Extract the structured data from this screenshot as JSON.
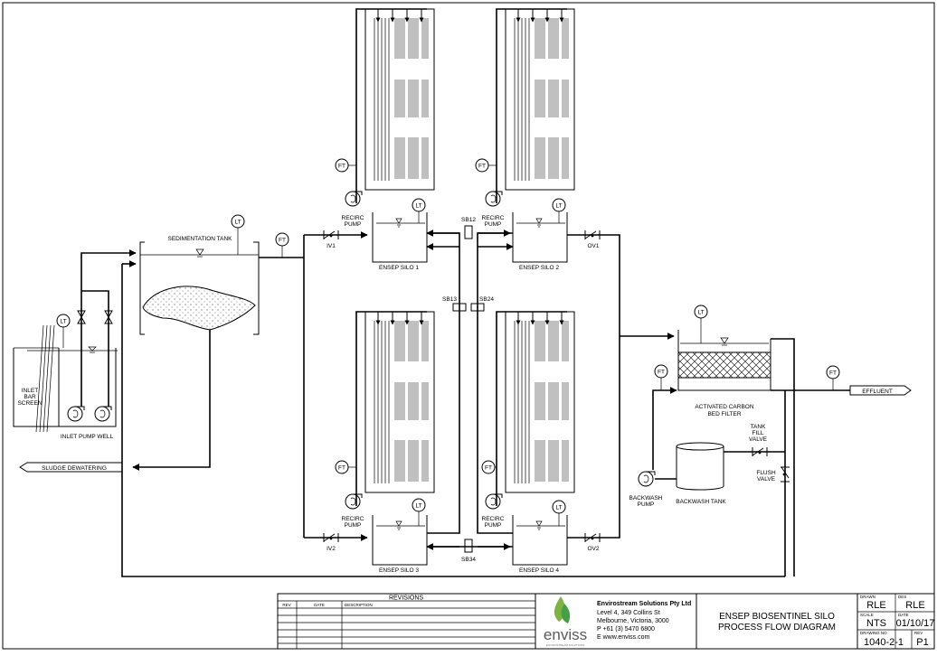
{
  "labels": {
    "sedimentation_tank": "SEDIMENTATION TANK",
    "inlet_bar_screen": [
      "INLET",
      "BAR",
      "SCREEN"
    ],
    "inlet_pump_well": "INLET PUMP WELL",
    "sludge_dewatering": "SLUDGE DEWATERING",
    "recirc_pump": [
      "RECIRC",
      "PUMP"
    ],
    "silo1": "ENSEP SILO 1",
    "silo2": "ENSEP SILO 2",
    "silo3": "ENSEP SILO 3",
    "silo4": "ENSEP SILO 4",
    "iv1": "IV1",
    "iv2": "IV2",
    "ov1": "OV1",
    "ov2": "OV2",
    "sb12": "SB12",
    "sb13": "SB13",
    "sb24": "SB24",
    "sb34": "SB34",
    "activated_carbon": [
      "ACTIVATED CARBON",
      "BED FILTER"
    ],
    "effluent": "EFFLUENT",
    "tank_fill_valve": [
      "TANK",
      "FILL",
      "VALVE"
    ],
    "flush_valve": [
      "FLUSH",
      "VALVE"
    ],
    "backwash_pump": [
      "BACKWASH",
      "PUMP"
    ],
    "backwash_tank": "BACKWASH TANK",
    "ft": "FT",
    "lt": "LT"
  },
  "revisions": {
    "title": "REVISIONS",
    "headers": [
      "REV",
      "DATE",
      "DESCRIPTION"
    ]
  },
  "company": {
    "logo_text": "enviss",
    "logo_tagline": "ENVIROSTREAM SOLUTIONS",
    "name": "Envirostream Solutions Pty Ltd",
    "lines": [
      "Level 4, 349 Collins St",
      "Melbourne, Victoria, 3000",
      "P +61 (3) 5470 6800",
      "E www.enviss.com"
    ]
  },
  "drawing": {
    "title_lines": [
      "ENSEP BIOSENTINEL SILO",
      "PROCESS FLOW DIAGRAM"
    ],
    "drawn_label": "DRAWN",
    "drawn": "RLE",
    "des_label": "DES",
    "des": "RLE",
    "scale_label": "SCALE",
    "scale": "NTS",
    "date_label": "DATE",
    "date": "01/10/17",
    "drawing_no_label": "DRAWING NO",
    "drawing_no": "1040-2-1",
    "rev_label": "REV",
    "rev": "P1"
  }
}
